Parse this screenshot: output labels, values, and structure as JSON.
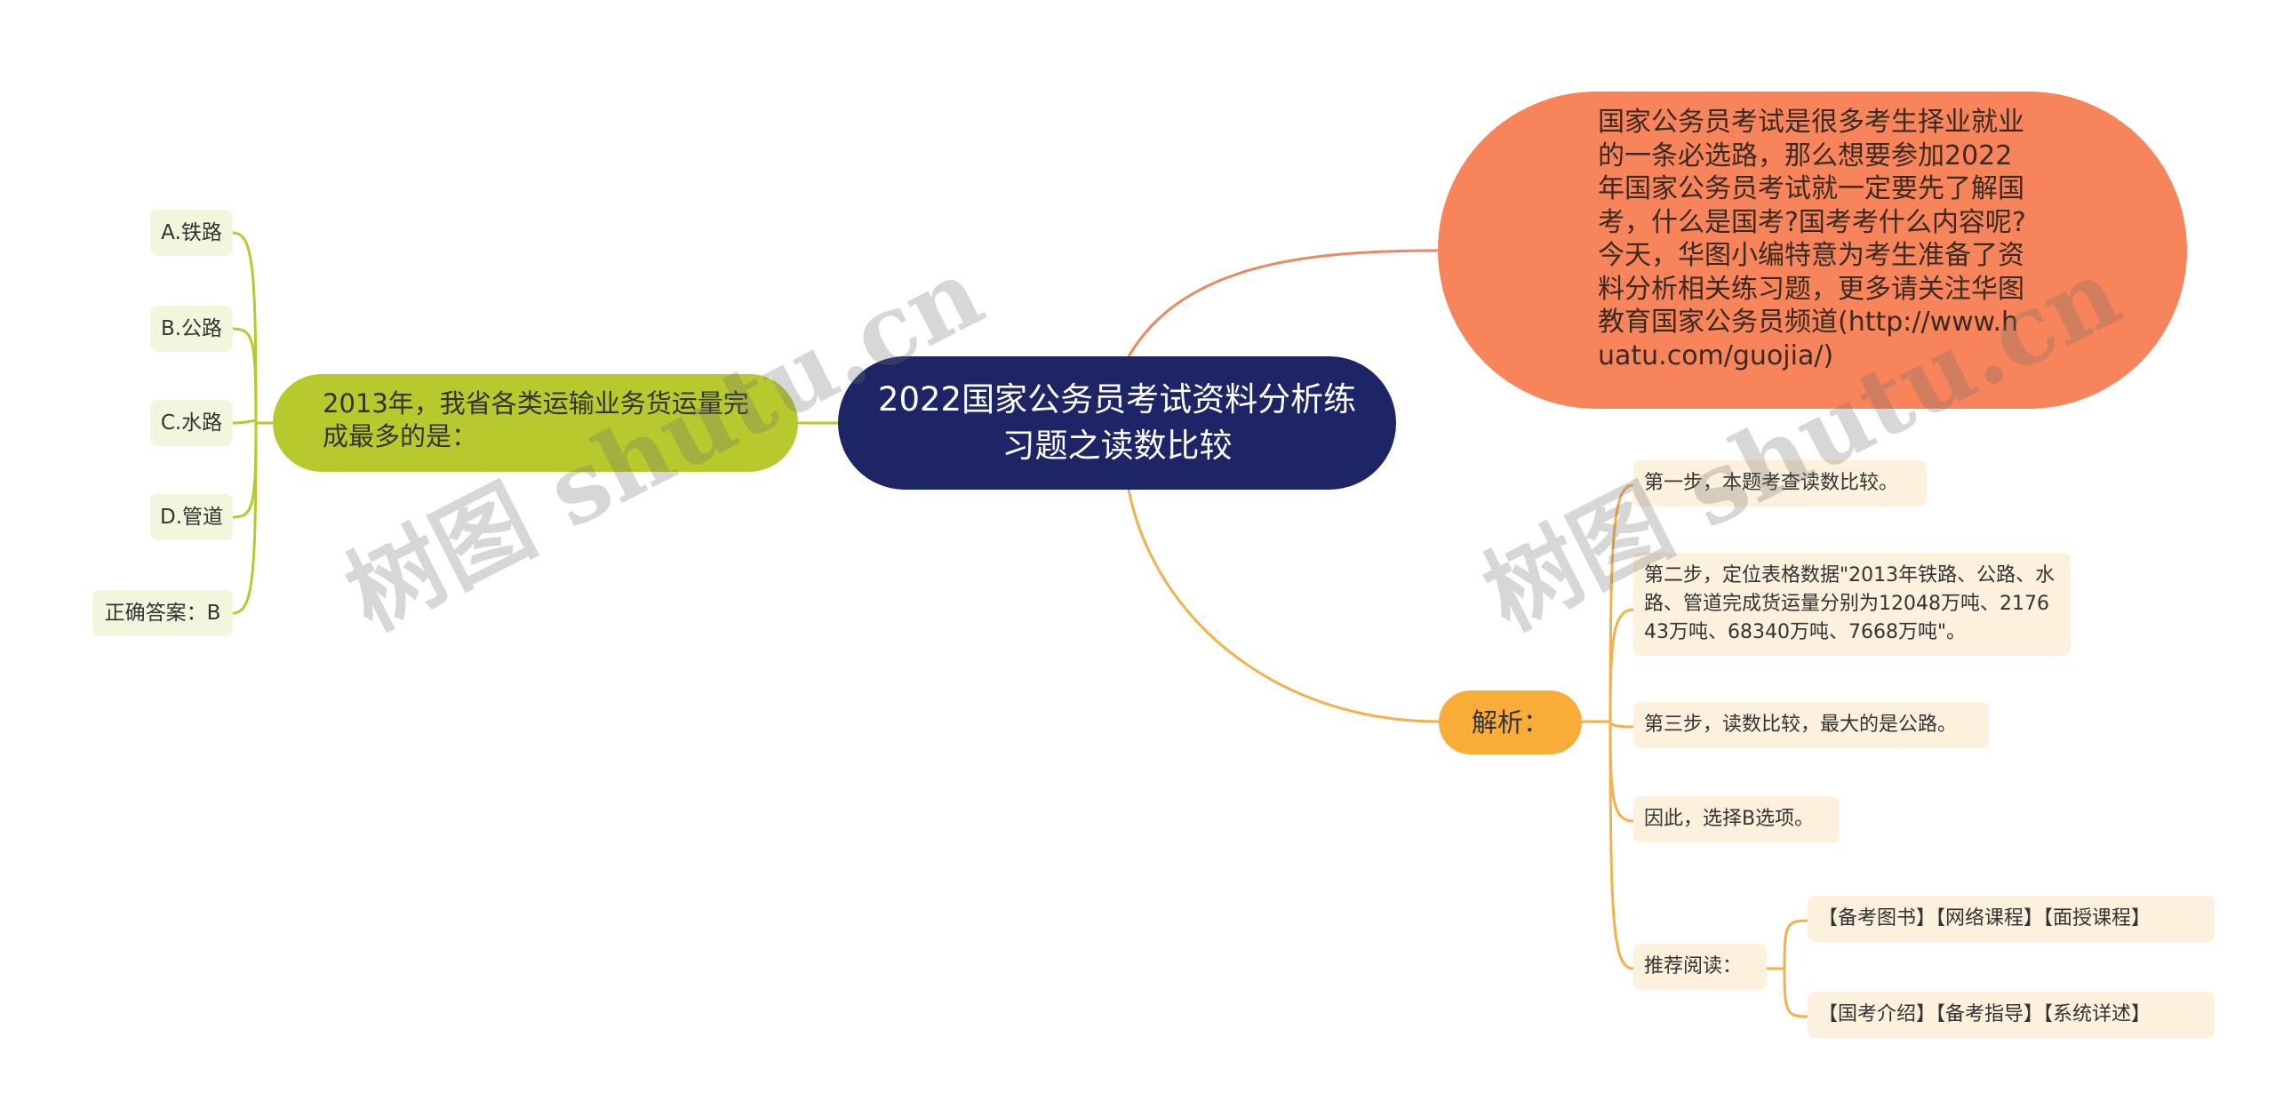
{
  "root": {
    "title": "2022国家公务员考试资料分析练习题之读数比较"
  },
  "intro": {
    "text": "国家公务员考试是很多考生择业就业的一条必选路，那么想要参加2022年国家公务员考试就一定要先了解国考，什么是国考?国考考什么内容呢?今天，华图小编特意为考生准备了资料分析相关练习题，更多请关注华图教育国家公务员频道(http://www.huatu.com/guojia/)"
  },
  "question": {
    "text": "2013年，我省各类运输业务货运量完成最多的是：",
    "options": [
      "A.铁路",
      "B.公路",
      "C.水路",
      "D.管道",
      "正确答案：B"
    ]
  },
  "analysis": {
    "label": "解析：",
    "steps": [
      "第一步，本题考查读数比较。",
      "第二步，定位表格数据\"2013年铁路、公路、水路、管道完成货运量分别为12048万吨、217643万吨、68340万吨、7668万吨\"。",
      "第三步，读数比较，最大的是公路。",
      "因此，选择B选项。"
    ],
    "recommend": {
      "label": "推荐阅读：",
      "items": [
        "【备考图书】【网络课程】【面授课程】",
        "【国考介绍】【备考指导】【系统详述】"
      ]
    }
  },
  "watermarks": [
    "树图 shutu.cn",
    "树图 shutu.cn"
  ],
  "colors": {
    "root": "#1e2566",
    "intro": "#f7845a",
    "question": "#b8c92e",
    "analysis": "#f9ac38",
    "option_bg": "#f3f6dd",
    "step_bg": "#fdf0dc",
    "line_intro": "#e88a63",
    "line_question": "#b8c92e",
    "line_analysis": "#f2b14a"
  }
}
